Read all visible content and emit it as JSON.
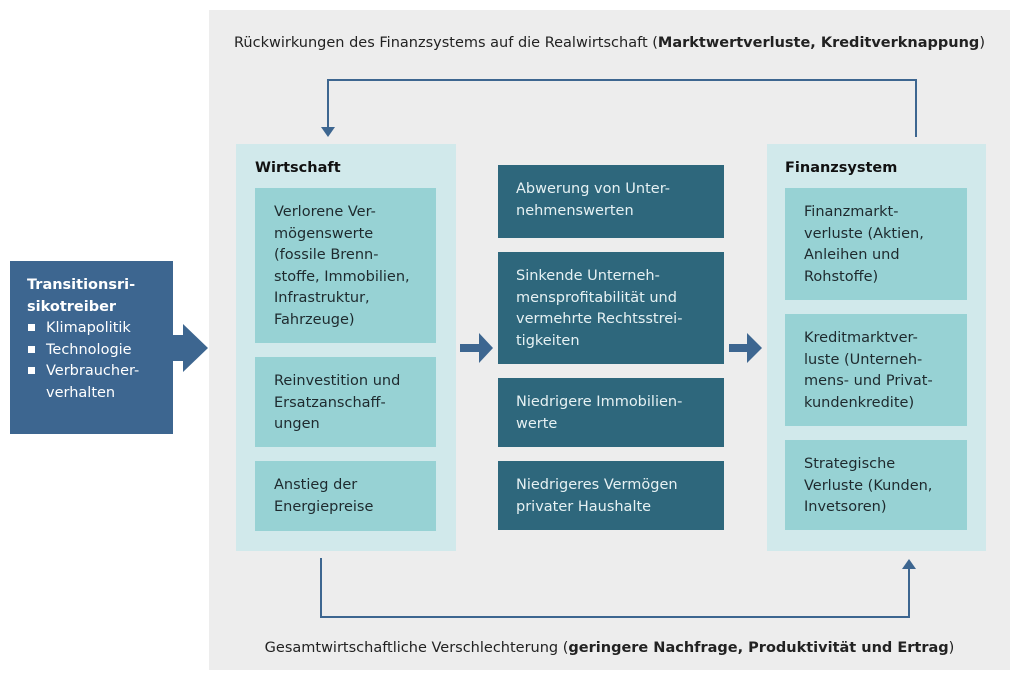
{
  "top_caption": {
    "normal": "Rückwirkungen des Finanzsystems auf die Realwirtschaft (",
    "bold": "Marktwertverluste, Kreditverknappung",
    "end": ")"
  },
  "bottom_caption": {
    "normal": "Gesamtwirtschaftliche Verschlechterung (",
    "bold": "geringere Nachfrage, Produktivität und Ertrag",
    "end": ")"
  },
  "driver": {
    "title": "Transitionsri-\nsikotreiber",
    "items": [
      "Klimapolitik",
      "Technologie",
      "Verbraucher-\nverhalten"
    ]
  },
  "wirtschaft": {
    "title": "Wirtschaft",
    "items": [
      "Verlorene Ver-\nmögenswerte\n(fossile Brenn-\nstoffe, Immobilien,\nInfrastruktur,\nFahrzeuge)",
      "Reinvestition und\nErsatzanschaff-\nungen",
      "Anstieg der\nEnergiepreise"
    ]
  },
  "middle": {
    "items": [
      "Abwerung von Unter-\nnehmenswerten",
      "Sinkende Unterneh-\nmensprofitabilität und\nvermehrte Rechtsstrei-\ntigkeiten",
      "Niedrigere Immobilien-\nwerte",
      "Niedrigeres Vermögen\nprivater Haushalte"
    ]
  },
  "finanzsystem": {
    "title": "Finanzsystem",
    "items": [
      "Finanzmarkt-\nverluste (Aktien,\nAnleihen und\nRohstoffe)",
      "Kreditmarktver-\nluste (Unterneh-\nmens- und Privat-\nkundenkredite)",
      "Strategische\nVerluste (Kunden,\nInvetsoren)"
    ]
  },
  "colors": {
    "arrow": "#3d6690",
    "driver": "#3d6690",
    "dark_box": "#2e677c",
    "light_box": "#97d2d4",
    "panel": "#d1e9eb",
    "background": "#ededed"
  }
}
